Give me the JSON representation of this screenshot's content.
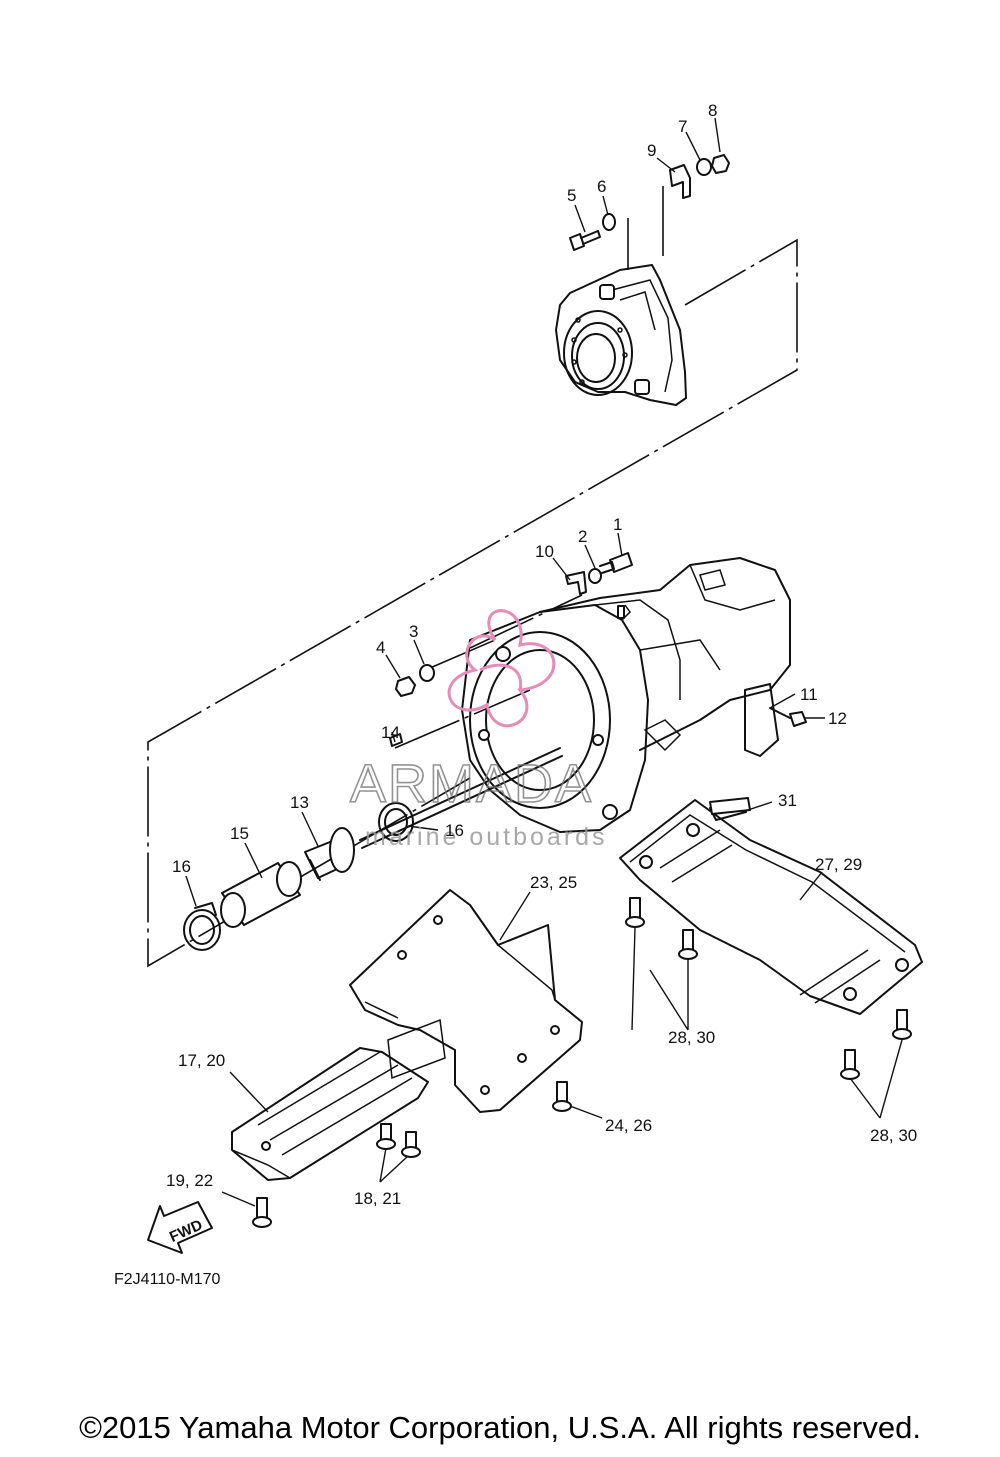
{
  "diagram": {
    "code": "F2J4110-M170",
    "fwd_label": "FWD",
    "labels": {
      "p1": "1",
      "p2": "2",
      "p3": "3",
      "p4": "4",
      "p5": "5",
      "p6": "6",
      "p7": "7",
      "p8": "8",
      "p9": "9",
      "p10": "10",
      "p11": "11",
      "p12": "12",
      "p13": "13",
      "p14": "14",
      "p15": "15",
      "p16a": "16",
      "p16b": "16",
      "p17_20": "17, 20",
      "p18_21": "18, 21",
      "p19_22": "19, 22",
      "p23_25": "23, 25",
      "p24_26": "24, 26",
      "p27_29": "27, 29",
      "p28_30a": "28, 30",
      "p28_30b": "28, 30",
      "p31": "31"
    }
  },
  "watermark": {
    "brand": "ARMADA",
    "tagline": "marine outboards",
    "accent_color": "#e58cb8"
  },
  "copyright": "©2015 Yamaha Motor Corporation, U.S.A. All rights reserved."
}
